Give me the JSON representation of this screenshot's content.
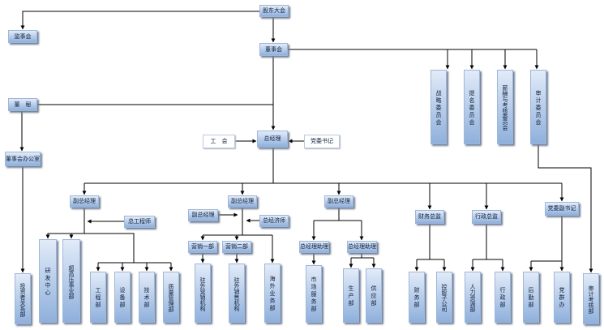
{
  "org": {
    "gudong": "股东大会",
    "jianshi": "监事会",
    "dongshi": "董事会",
    "dongmi": "董　秘",
    "dongshiban": "董事会办公室",
    "touzizhe": "投资者关系部",
    "zhanlue": "战略委员会",
    "timing": "提名委员会",
    "xinchou": "薪酬与考核委员会",
    "shenji_wh": "审计委员会",
    "gonghui": "工　会",
    "zongjingli": "总经理",
    "dangwei": "党委书记",
    "fuzong1": "副总经理",
    "zonggong": "总工程师",
    "yanfa": "研发中心",
    "chaogaoya": "超高压事业部",
    "gongcheng": "工程部",
    "shebei": "设备部",
    "jishu": "技术部",
    "zhiliang": "质量管理部",
    "fuzong2": "副总经理",
    "fuzong2b": "副总经理",
    "zongjingji": "总经济师",
    "yingxiao1": "营销一部",
    "yingxiao2": "营销二部",
    "zhuwai1": "驻外营销机构",
    "zhuwai2": "驻外销售机构",
    "haiwai": "海外业务部",
    "fuzong3": "副总经理",
    "zhuli1": "总经理助理",
    "zhuli2": "总经理助理",
    "shichang": "市场服务部",
    "shengchan": "生产部",
    "gongying": "供应部",
    "caiwuzongjian": "财务总监",
    "caiwu": "财务部",
    "konggu": "控股子公司",
    "xingzhengzongjian": "行政总监",
    "renli": "人力资源部",
    "xingzheng": "行政部",
    "dangweifu": "党委副书记",
    "houqin": "后勤部",
    "dangqun": "党群办",
    "shenjikaohe": "审计考核部"
  }
}
